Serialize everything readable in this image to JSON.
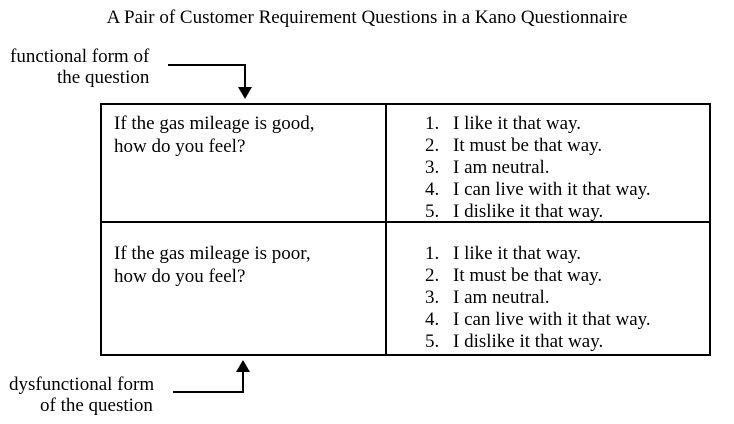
{
  "title": "A Pair of Customer Requirement Questions in a Kano Questionnaire",
  "labels": {
    "functional": {
      "line1": "functional form of",
      "line2": "the question"
    },
    "dysfunctional": {
      "line1": "dysfunctional form",
      "line2": "of the question"
    }
  },
  "table": {
    "rows": [
      {
        "question_line1": "If the gas mileage is good,",
        "question_line2": "how do you feel?",
        "options": [
          {
            "num": "1.",
            "text": "I like it that way."
          },
          {
            "num": "2.",
            "text": "It must be that way."
          },
          {
            "num": "3.",
            "text": "I am neutral."
          },
          {
            "num": "4.",
            "text": "I can live with it that way."
          },
          {
            "num": "5.",
            "text": "I dislike it that way."
          }
        ]
      },
      {
        "question_line1": "If the gas mileage is poor,",
        "question_line2": "how do you feel?",
        "options": [
          {
            "num": "1.",
            "text": "I like it that way."
          },
          {
            "num": "2.",
            "text": "It must be that way."
          },
          {
            "num": "3.",
            "text": "I am neutral."
          },
          {
            "num": "4.",
            "text": "I can live with it that way."
          },
          {
            "num": "5.",
            "text": "I dislike it that way."
          }
        ]
      }
    ]
  },
  "colors": {
    "text": "#000000",
    "line": "#000000",
    "background": "#ffffff"
  }
}
